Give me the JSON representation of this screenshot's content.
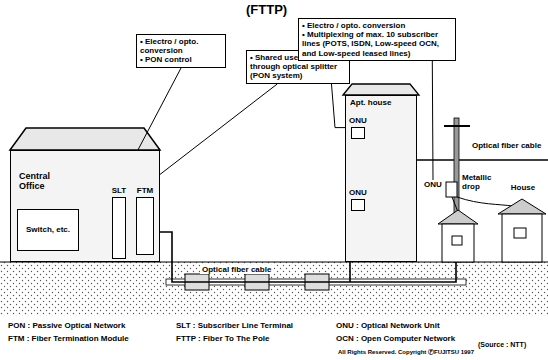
{
  "diagram": {
    "title": "(FTTP)",
    "nodes": [
      {
        "text": [
          "• Electro / opto. conversion",
          "• PON control"
        ]
      },
      {
        "text": [
          "Central Office"
        ]
      },
      {
        "text": [
          "Switch, etc."
        ],
        "in": 1
      },
      {
        "text": [
          "SLT"
        ],
        "in": 1
      },
      {
        "text": [
          "FTM"
        ],
        "in": 1
      },
      {
        "text": [
          "• Shared use of SLT unit through optical splitter (PON system)"
        ]
      },
      {
        "text": [
          "• Electro / opto. conversion",
          "• Multiplexing of max. 10 subscriber lines (POTS, ISDN, Low-speed OCN, and Low-speed leased lines)"
        ]
      },
      {
        "text": [
          "Apt. house"
        ]
      },
      {
        "text": [
          "ONU"
        ],
        "in": 7
      },
      {
        "text": [
          "ONU"
        ],
        "in": 7
      },
      {
        "text": [
          "ONU"
        ]
      },
      {
        "text": [
          "House"
        ]
      }
    ],
    "edges": [
      {
        "from": 0,
        "to": 3,
        "arrow": "none"
      },
      {
        "from": 5,
        "to": 4,
        "arrow": "none"
      },
      {
        "from": 6,
        "to": 8,
        "arrow": "none"
      },
      {
        "from": 6,
        "to": 10,
        "arrow": "none"
      }
    ],
    "labels": [
      "Optical fiber cable",
      "Optical fiber cable",
      "Metallic drop",
      "PON : Passive Optical Network",
      "SLT : Subscriber Line Terminal",
      "ONU : Optical Network Unit",
      "FTM : Fiber Termination Module",
      "FTTP : Fiber To The Pole",
      "OCN : Open Computer Network",
      "(Source : NTT)",
      "All Rights Reserved. Copyright ⒻFUJITSU 1997"
    ]
  }
}
